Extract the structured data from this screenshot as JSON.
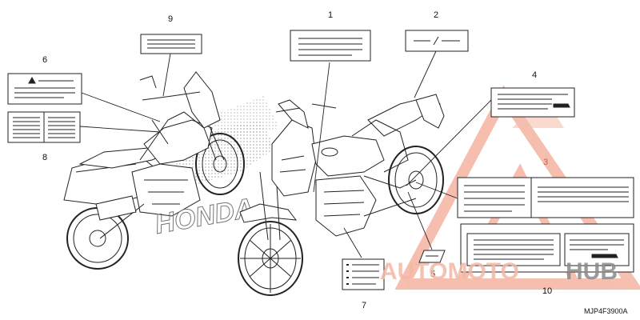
{
  "diagram": {
    "callouts": [
      "1",
      "2",
      "3",
      "4",
      "5",
      "6",
      "7",
      "8",
      "9",
      "10"
    ],
    "part_code": "MJP4F3900A",
    "watermark": {
      "accent_word": "AUTOMOTO",
      "dark_word": "HUB",
      "accent_color": "#f08a6e",
      "dark_color": "#8a8a8a"
    },
    "brand_mark": "HONDA",
    "highlight_color": "#d9534f"
  }
}
